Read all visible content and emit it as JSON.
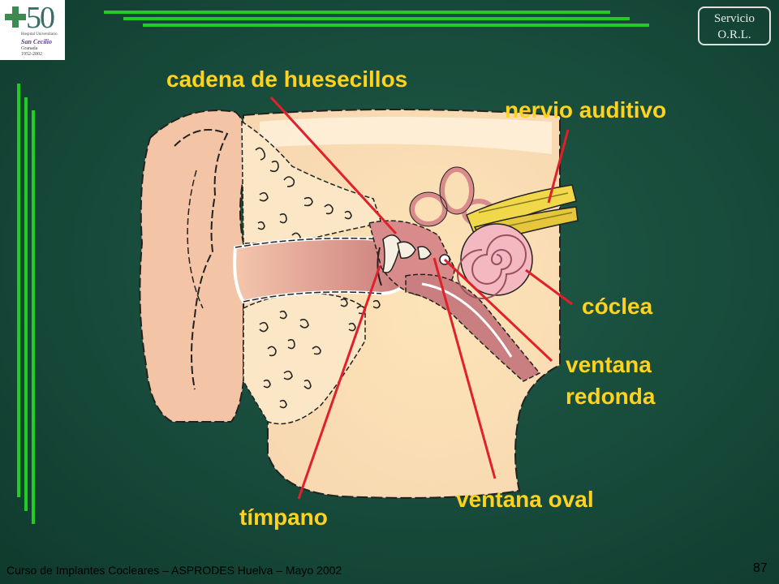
{
  "logo": {
    "number": "50",
    "line1": "Hospital Universitario",
    "line2": "San Cecilio",
    "line3": "Granada",
    "line4": "1952-2002"
  },
  "service_badge": {
    "line1": "Servicio",
    "line2": "O.R.L."
  },
  "labels": {
    "ossicles": "cadena de huesecillos",
    "auditory_nerve": "nervio auditivo",
    "cochlea": "cóclea",
    "round_window_1": "ventana",
    "round_window_2": "redonda",
    "oval_window": "ventana oval",
    "eardrum": "tímpano"
  },
  "footer": "Curso de Implantes Cocleares – ASPRODES Huelva – Mayo 2002",
  "page_number": "87",
  "colors": {
    "background": "#174a3a",
    "label": "#ffd21f",
    "pointer": "#e0202a",
    "accent_bar": "#22cc22"
  }
}
